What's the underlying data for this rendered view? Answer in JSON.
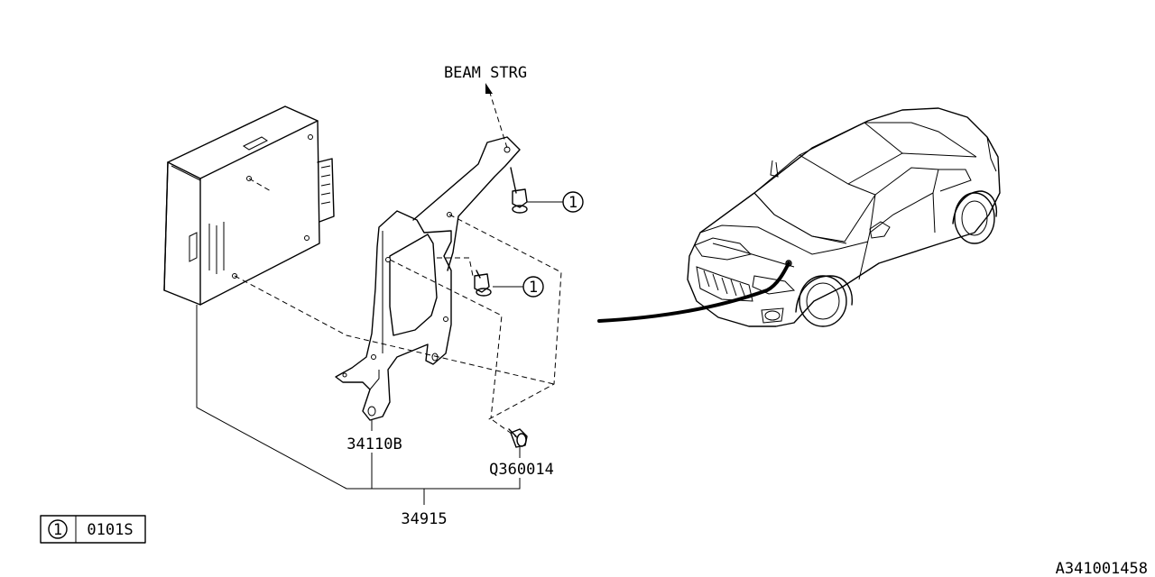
{
  "labels": {
    "beam_strg": "BEAM STRG",
    "part_34110b": "34110B",
    "part_q360014": "Q360014",
    "part_34915": "34915",
    "callout_num": "1",
    "legend_code": "0101S",
    "drawing_id": "A341001458"
  }
}
